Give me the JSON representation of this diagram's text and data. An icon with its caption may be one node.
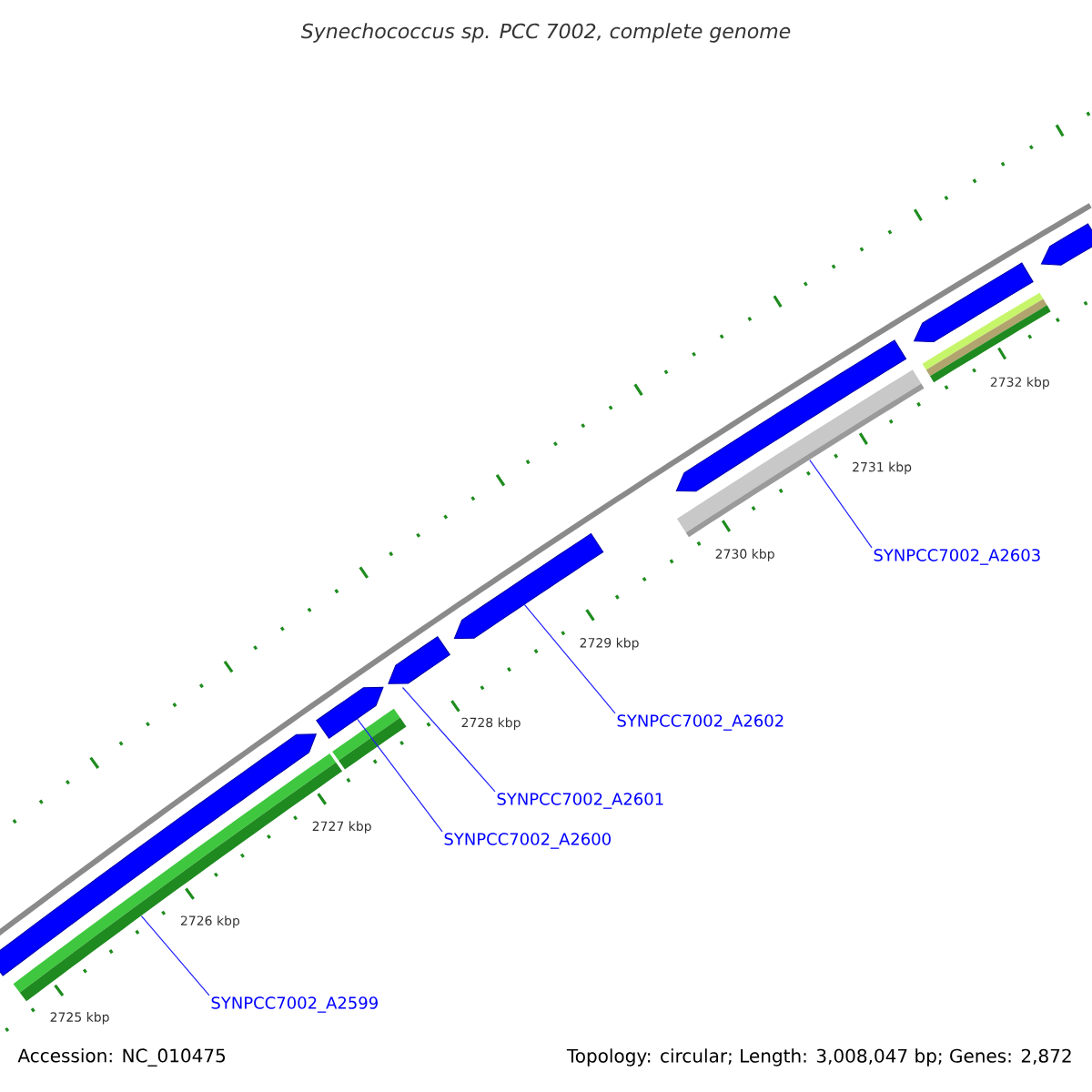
{
  "diagram": {
    "title": "Synechococcus sp. PCC 7002, complete genome",
    "nodes": [
      {
        "text": [],
        "shape": "bar"
      },
      {
        "text": [],
        "shape": "bar"
      },
      {
        "text": [],
        "shape": "bar"
      },
      {
        "text": [],
        "shape": "bar"
      },
      {
        "text": [],
        "shape": "bar"
      },
      {
        "text": [
          "SYNPCC7002_A2599"
        ]
      },
      {
        "text": [
          "SYNPCC7002_A2600"
        ]
      },
      {
        "text": [
          "SYNPCC7002_A2601"
        ]
      },
      {
        "text": [
          "SYNPCC7002_A2602"
        ]
      },
      {
        "text": [
          "SYNPCC7002_A2603"
        ]
      }
    ],
    "edges": [
      {
        "from": 5,
        "to": 0,
        "arrow": "none"
      },
      {
        "from": 6,
        "to": 1,
        "arrow": "none"
      },
      {
        "from": 7,
        "to": 2,
        "arrow": "none"
      },
      {
        "from": 8,
        "to": 3,
        "arrow": "none"
      },
      {
        "from": 9,
        "to": 4,
        "arrow": "none"
      }
    ],
    "labels": [
      "2725 kbp",
      "2726 kbp",
      "2727 kbp",
      "2728 kbp",
      "2729 kbp",
      "2730 kbp",
      "2731 kbp",
      "2732 kbp",
      "Accession: NC_010475",
      "Topology: circular; Length: 3,008,047 bp; Genes: 2,872"
    ]
  }
}
